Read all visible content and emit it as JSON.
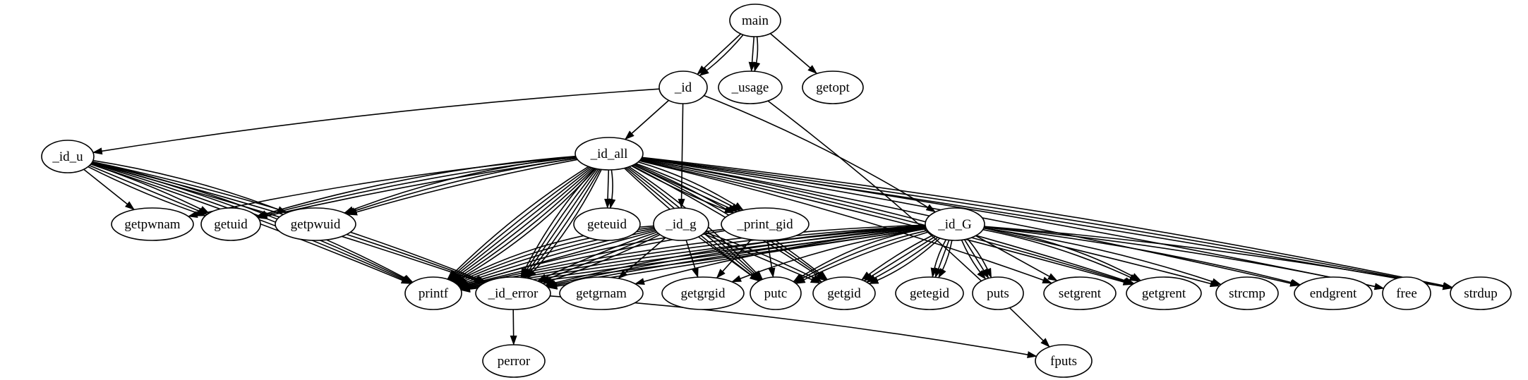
{
  "nodes": [
    {
      "id": "main",
      "label": "main"
    },
    {
      "id": "_id",
      "label": "_id"
    },
    {
      "id": "_usage",
      "label": "_usage"
    },
    {
      "id": "getopt",
      "label": "getopt"
    },
    {
      "id": "_id_u",
      "label": "_id_u"
    },
    {
      "id": "_id_all",
      "label": "_id_all"
    },
    {
      "id": "getpwnam",
      "label": "getpwnam"
    },
    {
      "id": "getuid",
      "label": "getuid"
    },
    {
      "id": "getpwuid",
      "label": "getpwuid"
    },
    {
      "id": "geteuid",
      "label": "geteuid"
    },
    {
      "id": "_id_g",
      "label": "_id_g"
    },
    {
      "id": "_print_gid",
      "label": "_print_gid"
    },
    {
      "id": "_id_G",
      "label": "_id_G"
    },
    {
      "id": "printf",
      "label": "printf"
    },
    {
      "id": "_id_error",
      "label": "_id_error"
    },
    {
      "id": "getgrnam",
      "label": "getgrnam"
    },
    {
      "id": "getgrgid",
      "label": "getgrgid"
    },
    {
      "id": "putc",
      "label": "putc"
    },
    {
      "id": "getgid",
      "label": "getgid"
    },
    {
      "id": "getegid",
      "label": "getegid"
    },
    {
      "id": "puts",
      "label": "puts"
    },
    {
      "id": "setgrent",
      "label": "setgrent"
    },
    {
      "id": "getgrent",
      "label": "getgrent"
    },
    {
      "id": "strcmp",
      "label": "strcmp"
    },
    {
      "id": "endgrent",
      "label": "endgrent"
    },
    {
      "id": "free",
      "label": "free"
    },
    {
      "id": "strdup",
      "label": "strdup"
    },
    {
      "id": "perror",
      "label": "perror"
    },
    {
      "id": "fputs",
      "label": "fputs"
    }
  ],
  "edges": [
    [
      "main",
      "_id"
    ],
    [
      "main",
      "_id"
    ],
    [
      "main",
      "_usage"
    ],
    [
      "main",
      "_usage"
    ],
    [
      "main",
      "getopt"
    ],
    [
      "_id",
      "_id_u"
    ],
    [
      "_id",
      "_id_all"
    ],
    [
      "_id",
      "_id_g"
    ],
    [
      "_id",
      "_id_G"
    ],
    [
      "_usage",
      "fputs"
    ],
    [
      "_id_u",
      "getpwnam"
    ],
    [
      "_id_u",
      "getuid"
    ],
    [
      "_id_u",
      "getuid"
    ],
    [
      "_id_u",
      "getuid"
    ],
    [
      "_id_u",
      "getpwuid"
    ],
    [
      "_id_u",
      "printf"
    ],
    [
      "_id_u",
      "printf"
    ],
    [
      "_id_u",
      "printf"
    ],
    [
      "_id_u",
      "printf"
    ],
    [
      "_id_u",
      "_id_error"
    ],
    [
      "_id_u",
      "_id_error"
    ],
    [
      "_id_u",
      "_id_error"
    ],
    [
      "_id_all",
      "getpwnam"
    ],
    [
      "_id_all",
      "getuid"
    ],
    [
      "_id_all",
      "getuid"
    ],
    [
      "_id_all",
      "getuid"
    ],
    [
      "_id_all",
      "getpwuid"
    ],
    [
      "_id_all",
      "getpwuid"
    ],
    [
      "_id_all",
      "getpwuid"
    ],
    [
      "_id_all",
      "geteuid"
    ],
    [
      "_id_all",
      "geteuid"
    ],
    [
      "_id_all",
      "_print_gid"
    ],
    [
      "_id_all",
      "_print_gid"
    ],
    [
      "_id_all",
      "_print_gid"
    ],
    [
      "_id_all",
      "_print_gid"
    ],
    [
      "_id_all",
      "printf"
    ],
    [
      "_id_all",
      "printf"
    ],
    [
      "_id_all",
      "printf"
    ],
    [
      "_id_all",
      "printf"
    ],
    [
      "_id_all",
      "printf"
    ],
    [
      "_id_all",
      "printf"
    ],
    [
      "_id_all",
      "_id_error"
    ],
    [
      "_id_all",
      "_id_error"
    ],
    [
      "_id_all",
      "_id_error"
    ],
    [
      "_id_all",
      "_id_error"
    ],
    [
      "_id_all",
      "_id_error"
    ],
    [
      "_id_all",
      "putc"
    ],
    [
      "_id_all",
      "putc"
    ],
    [
      "_id_all",
      "putc"
    ],
    [
      "_id_all",
      "putc"
    ],
    [
      "_id_all",
      "getgid"
    ],
    [
      "_id_all",
      "getgid"
    ],
    [
      "_id_all",
      "getgid"
    ],
    [
      "_id_all",
      "setgrent"
    ],
    [
      "_id_all",
      "getgrent"
    ],
    [
      "_id_all",
      "getgrent"
    ],
    [
      "_id_all",
      "getgrent"
    ],
    [
      "_id_all",
      "strcmp"
    ],
    [
      "_id_all",
      "endgrent"
    ],
    [
      "_id_all",
      "free"
    ],
    [
      "_id_all",
      "strdup"
    ],
    [
      "_id_all",
      "strdup"
    ],
    [
      "_id_all",
      "strdup"
    ],
    [
      "_id_g",
      "printf"
    ],
    [
      "_id_g",
      "printf"
    ],
    [
      "_id_g",
      "printf"
    ],
    [
      "_id_g",
      "printf"
    ],
    [
      "_id_g",
      "printf"
    ],
    [
      "_id_g",
      "_id_error"
    ],
    [
      "_id_g",
      "_id_error"
    ],
    [
      "_id_g",
      "_id_error"
    ],
    [
      "_id_g",
      "getgrnam"
    ],
    [
      "_id_g",
      "getgrgid"
    ],
    [
      "_id_g",
      "getgid"
    ],
    [
      "_id_g",
      "getgid"
    ],
    [
      "_id_g",
      "putc"
    ],
    [
      "_print_gid",
      "printf"
    ],
    [
      "_print_gid",
      "printf"
    ],
    [
      "_print_gid",
      "getgrgid"
    ],
    [
      "_print_gid",
      "putc"
    ],
    [
      "_id_G",
      "printf"
    ],
    [
      "_id_G",
      "printf"
    ],
    [
      "_id_G",
      "printf"
    ],
    [
      "_id_G",
      "printf"
    ],
    [
      "_id_G",
      "printf"
    ],
    [
      "_id_G",
      "printf"
    ],
    [
      "_id_G",
      "_id_error"
    ],
    [
      "_id_G",
      "_id_error"
    ],
    [
      "_id_G",
      "_id_error"
    ],
    [
      "_id_G",
      "_id_error"
    ],
    [
      "_id_G",
      "getgrnam"
    ],
    [
      "_id_G",
      "getgrgid"
    ],
    [
      "_id_G",
      "putc"
    ],
    [
      "_id_G",
      "putc"
    ],
    [
      "_id_G",
      "putc"
    ],
    [
      "_id_G",
      "getgid"
    ],
    [
      "_id_G",
      "getgid"
    ],
    [
      "_id_G",
      "getgid"
    ],
    [
      "_id_G",
      "getgid"
    ],
    [
      "_id_G",
      "getegid"
    ],
    [
      "_id_G",
      "getegid"
    ],
    [
      "_id_G",
      "getegid"
    ],
    [
      "_id_G",
      "puts"
    ],
    [
      "_id_G",
      "puts"
    ],
    [
      "_id_G",
      "puts"
    ],
    [
      "_id_G",
      "setgrent"
    ],
    [
      "_id_G",
      "getgrent"
    ],
    [
      "_id_G",
      "getgrent"
    ],
    [
      "_id_G",
      "strcmp"
    ],
    [
      "_id_G",
      "endgrent"
    ],
    [
      "_id_G",
      "free"
    ],
    [
      "_id_G",
      "strdup"
    ],
    [
      "_id_error",
      "perror"
    ],
    [
      "_id_error",
      "fputs"
    ]
  ]
}
